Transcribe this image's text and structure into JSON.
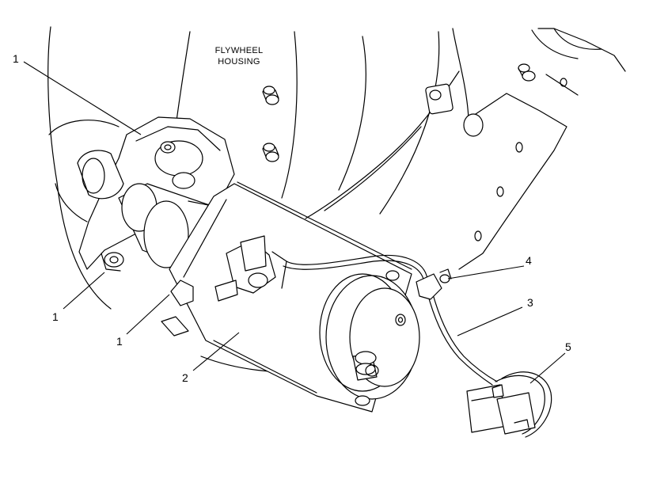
{
  "labels": {
    "housing_line1": "FLYWHEEL",
    "housing_line2": "HOUSING"
  },
  "callouts": {
    "c1a": "1",
    "c1b": "1",
    "c1c": "1",
    "c2": "2",
    "c3": "3",
    "c4": "4",
    "c5": "5"
  }
}
